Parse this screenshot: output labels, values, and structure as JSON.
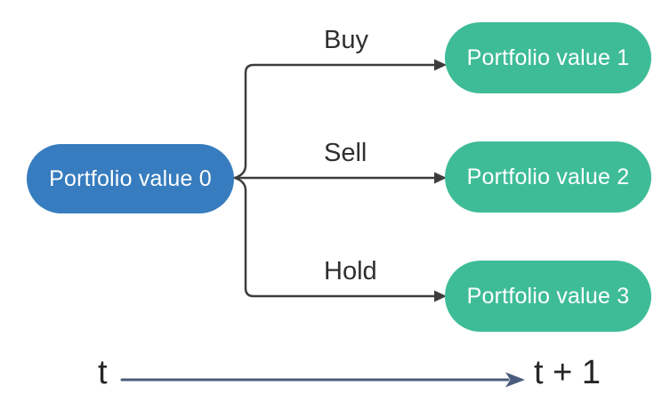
{
  "colors": {
    "node-start": "#377CBE",
    "node-outcome": "#3EBC97",
    "node-text": "#FFFFFF",
    "connector": "#3D3D3D",
    "edge-label": "#2F2F2F",
    "timeline": "#4A5C7B",
    "timeline-text": "#262626",
    "background": "#FFFFFF"
  },
  "diagram": {
    "start_node": {
      "label": "Portfolio value 0"
    },
    "branches": [
      {
        "action": "Buy",
        "outcome": "Portfolio value 1"
      },
      {
        "action": "Sell",
        "outcome": "Portfolio value 2"
      },
      {
        "action": "Hold",
        "outcome": "Portfolio value 3"
      }
    ],
    "timeline": {
      "from": "t",
      "to": "t + 1"
    }
  }
}
